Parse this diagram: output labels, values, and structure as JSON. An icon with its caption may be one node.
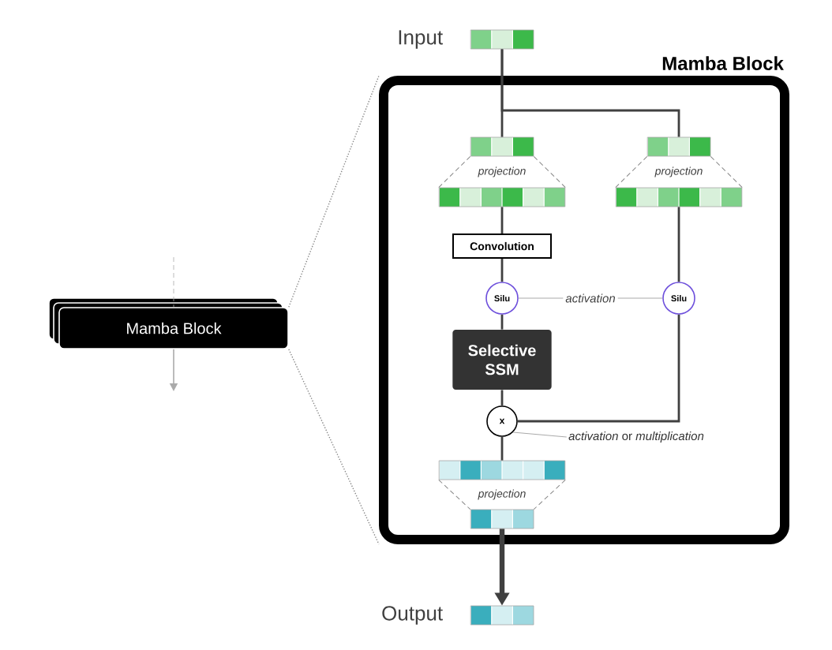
{
  "diagram": {
    "nodes": [
      {
        "text": [
          "Mamba Block"
        ]
      },
      {
        "text": [
          "Mamba Block"
        ]
      },
      {
        "text": [],
        "shape": "bar",
        "beside": [
          "Input"
        ]
      },
      {
        "text": [],
        "shape": "bar",
        "in": 1
      },
      {
        "text": [],
        "shape": "bar",
        "in": 1
      },
      {
        "text": [],
        "shape": "bar",
        "in": 1
      },
      {
        "text": [],
        "shape": "bar",
        "in": 1
      },
      {
        "text": [
          "Convolution"
        ],
        "in": 1
      },
      {
        "text": [
          "Silu"
        ],
        "in": 1
      },
      {
        "text": [
          "Silu"
        ],
        "in": 1
      },
      {
        "text": [
          "Selective SSM"
        ],
        "in": 1
      },
      {
        "text": [
          "x"
        ],
        "in": 1
      },
      {
        "text": [],
        "shape": "bar",
        "in": 1
      },
      {
        "text": [],
        "shape": "bar",
        "in": 1
      },
      {
        "text": [],
        "shape": "bar",
        "beside": [
          "Output"
        ]
      },
      {
        "text": [
          "*activation* or *multiplication*"
        ],
        "in": 1
      }
    ],
    "edges": [
      {
        "from": null,
        "to": 0,
        "arrow": "none",
        "style": "dashed",
        "color": "#aaaaaa"
      },
      {
        "from": 0,
        "to": null,
        "arrow": "to",
        "color": "#aaaaaa"
      },
      {
        "from": 0,
        "to": 1,
        "arrow": "none",
        "style": "dashed",
        "color": "#888888"
      },
      {
        "from": 0,
        "to": 1,
        "arrow": "none",
        "style": "dashed",
        "color": "#888888"
      },
      {
        "from": 3,
        "to": 4,
        "arrow": "none",
        "style": "dashed",
        "color": "#888888",
        "label": "projection"
      },
      {
        "from": 3,
        "to": 4,
        "arrow": "none",
        "style": "dashed",
        "color": "#888888"
      },
      {
        "from": 5,
        "to": 6,
        "arrow": "none",
        "style": "dashed",
        "color": "#888888",
        "label": "projection"
      },
      {
        "from": 5,
        "to": 6,
        "arrow": "none",
        "style": "dashed",
        "color": "#888888"
      },
      {
        "from": 12,
        "to": 13,
        "arrow": "none",
        "style": "dashed",
        "color": "#888888",
        "label": "projection"
      },
      {
        "from": 12,
        "to": 13,
        "arrow": "none",
        "style": "dashed",
        "color": "#888888"
      },
      {
        "from": 2,
        "to": 3,
        "arrow": "none"
      },
      {
        "from": 2,
        "to": 5,
        "arrow": "none"
      },
      {
        "from": 4,
        "to": 7,
        "arrow": "none"
      },
      {
        "from": 7,
        "to": 8,
        "arrow": "none"
      },
      {
        "from": 8,
        "to": 10,
        "arrow": "none"
      },
      {
        "from": 10,
        "to": 11,
        "arrow": "none"
      },
      {
        "from": 6,
        "to": 9,
        "arrow": "none"
      },
      {
        "from": 9,
        "to": 11,
        "arrow": "none"
      },
      {
        "from": 8,
        "to": 9,
        "arrow": "none",
        "label": "activation",
        "color": "#aaaaaa"
      },
      {
        "from": 15,
        "to": 11,
        "arrow": "none",
        "color": "#aaaaaa"
      },
      {
        "from": 11,
        "to": 12,
        "arrow": "none"
      },
      {
        "from": 13,
        "to": 14,
        "arrow": "to",
        "style": "thick"
      }
    ]
  }
}
